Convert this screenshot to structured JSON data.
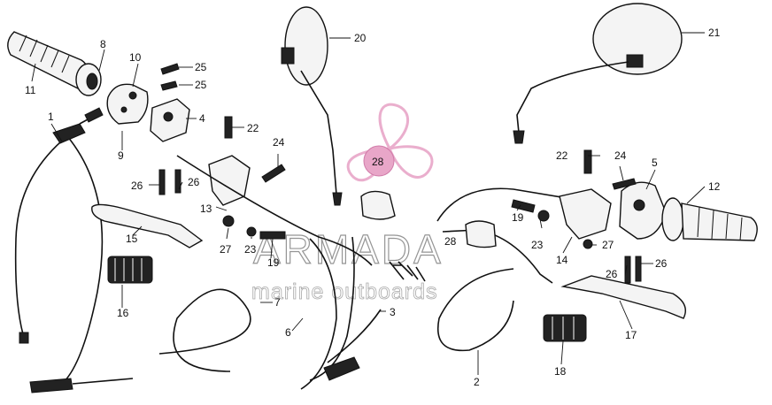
{
  "watermark": {
    "brand": "ARMADA",
    "tagline": "marine outboards",
    "color": "#e8a6c8"
  },
  "callouts": {
    "p1": "1",
    "p2": "2",
    "p3": "3",
    "p4": "4",
    "p5": "5",
    "p6": "6",
    "p7": "7",
    "p8": "8",
    "p9": "9",
    "p10": "10",
    "p11": "11",
    "p12": "12",
    "p13": "13",
    "p14": "14",
    "p15": "15",
    "p16": "16",
    "p17": "17",
    "p18": "18",
    "p19a": "19",
    "p19b": "19",
    "p20": "20",
    "p21": "21",
    "p22a": "22",
    "p22b": "22",
    "p23a": "23",
    "p23b": "23",
    "p24a": "24",
    "p24b": "24",
    "p25a": "25",
    "p25b": "25",
    "p26a": "26",
    "p26b": "26",
    "p26c": "26",
    "p26d": "26",
    "p27a": "27",
    "p27b": "27",
    "p28a": "28",
    "p28b": "28"
  }
}
